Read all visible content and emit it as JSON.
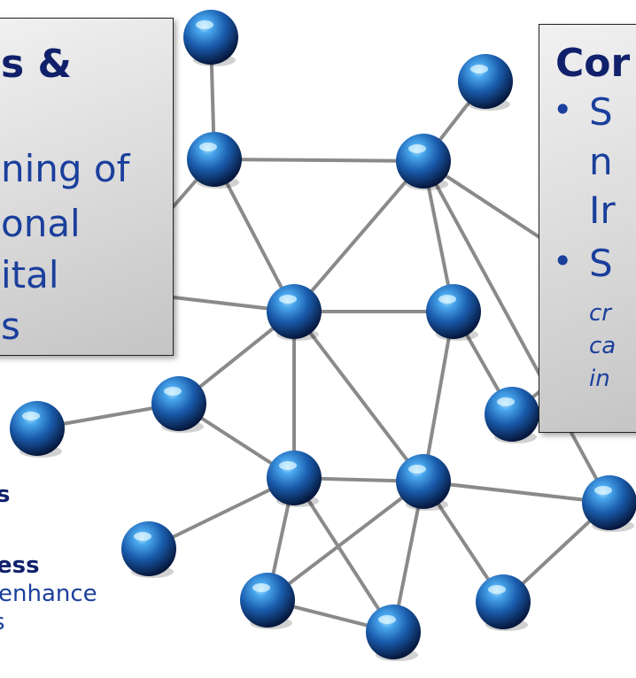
{
  "left_box": {
    "heading": "s &",
    "lines": [
      "ning of",
      "onal",
      "ital",
      "s"
    ]
  },
  "right_box": {
    "heading": "Cor",
    "bullet_1_lines": [
      "S",
      "n",
      "Ir"
    ],
    "bullet_2_line": "S",
    "italic_lines": [
      "cr",
      "ca",
      "in"
    ]
  },
  "below_left": {
    "bold_lines": [
      "s",
      "ess"
    ],
    "lines": [
      "enhance",
      "s"
    ]
  },
  "colors": {
    "node": "#1d63b3",
    "node_highlight": "#8fd0ff",
    "edge": "#8a8a8a",
    "text_dark": "#10206b",
    "text_blue": "#1a3f9c"
  }
}
